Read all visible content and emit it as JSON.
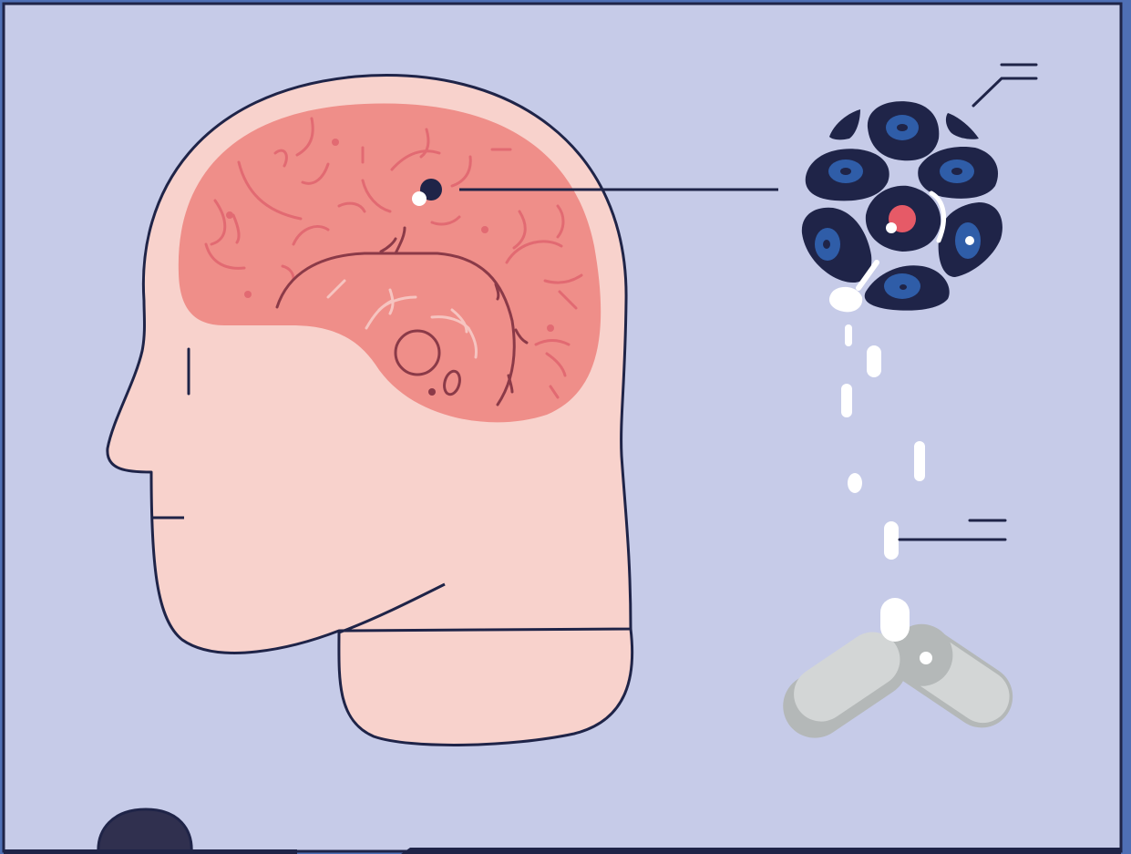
{
  "scene": {
    "kind": "medical illustration",
    "subjects": [
      "head-profile",
      "brain",
      "cell-cluster",
      "capsules"
    ],
    "colors": {
      "frame_background": "#c6cbe8",
      "page_edge": "#4f6fb5",
      "outline": "#1f2448",
      "head_skin": "#f8d2cc",
      "brain": "#ef8e89",
      "brain_folds": "#e26a72",
      "brain_inner_lines": "#8b3a48",
      "brain_highlight": "#f6c4c0",
      "cell_dark": "#1f2448",
      "cell_nucleus": "#2f5da8",
      "cell_target": "#e65a67",
      "drug_particles": "#ffffff",
      "capsule_light": "#d3d6d6",
      "capsule_shadow": "#b4b8b8",
      "avatar": "#30304f"
    },
    "icons": [
      "brain-icon",
      "cell-cluster-icon",
      "capsule-icon",
      "particle-icon"
    ]
  }
}
